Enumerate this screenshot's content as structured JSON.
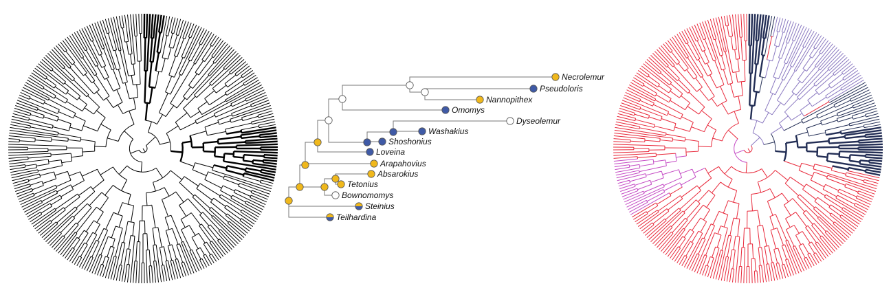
{
  "colors": {
    "yellow": "#f0b81c",
    "blue": "#3f5aa6",
    "white": "#ffffff",
    "node_stroke": "#555555",
    "tree_black": "#000000",
    "tree_red": "#e8283a",
    "tree_purple": "#8a78c0",
    "tree_navy": "#232e55",
    "tree_magenta": "#c44ac4"
  },
  "phylogeny": {
    "taxa": [
      {
        "name": "Necrolemur",
        "state": "yellow"
      },
      {
        "name": "Pseudoloris",
        "state": "blue"
      },
      {
        "name": "Nannopithex",
        "state": "yellow"
      },
      {
        "name": "Omomys",
        "state": "blue"
      },
      {
        "name": "Dyseolemur",
        "state": "white"
      },
      {
        "name": "Washakius",
        "state": "blue"
      },
      {
        "name": "Shoshonius",
        "state": "blue"
      },
      {
        "name": "Loveina",
        "state": "blue"
      },
      {
        "name": "Arapahovius",
        "state": "yellow"
      },
      {
        "name": "Absarokius",
        "state": "yellow"
      },
      {
        "name": "Tetonius",
        "state": "yellow"
      },
      {
        "name": "Bownomomys",
        "state": "white"
      },
      {
        "name": "Steinius",
        "state": "split"
      },
      {
        "name": "Teilhardina",
        "state": "split"
      }
    ]
  }
}
